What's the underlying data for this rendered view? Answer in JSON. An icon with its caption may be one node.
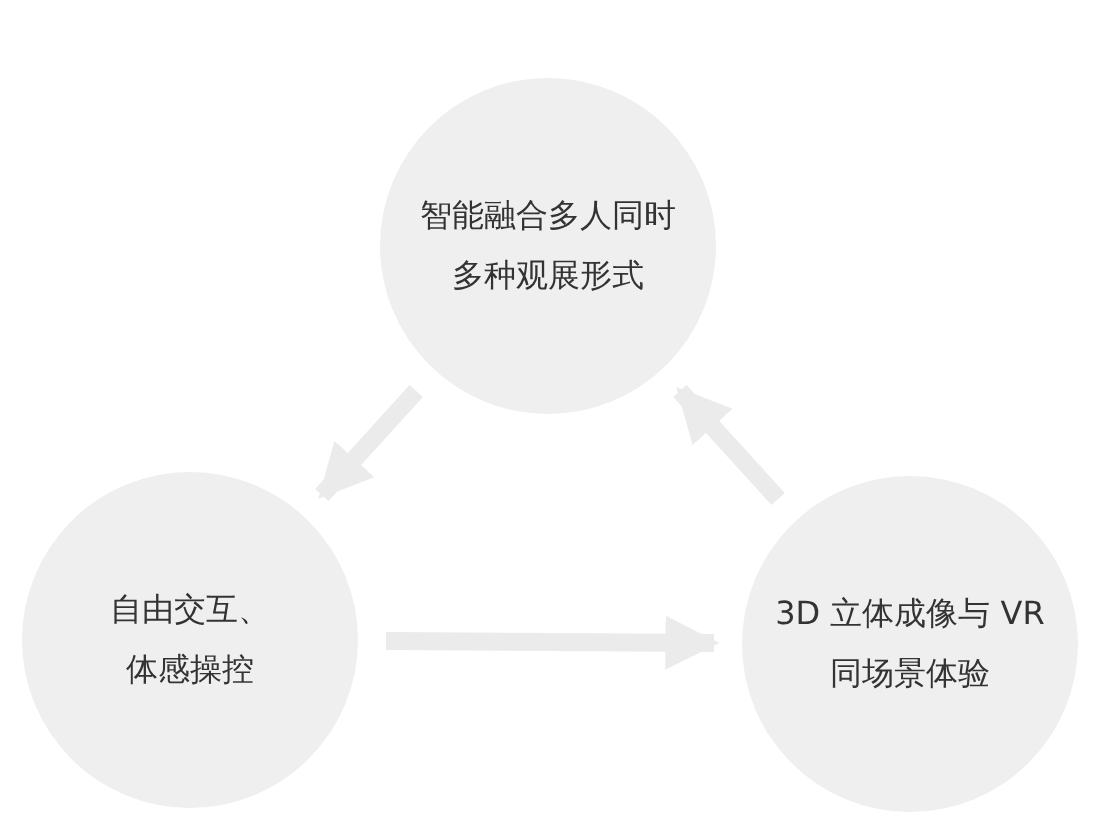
{
  "diagram": {
    "nodes": [
      {
        "text": [
          "智能融合多人同时多种观展形式"
        ]
      },
      {
        "text": [
          "自由交互、体感操控"
        ]
      },
      {
        "text": [
          "3D 立体成像与 VR同场景体验"
        ]
      }
    ],
    "edges": [
      {
        "from": 0,
        "to": 1,
        "arrow": "to"
      },
      {
        "from": 1,
        "to": 2,
        "arrow": "to"
      },
      {
        "from": 2,
        "to": 0,
        "arrow": "to"
      }
    ]
  }
}
